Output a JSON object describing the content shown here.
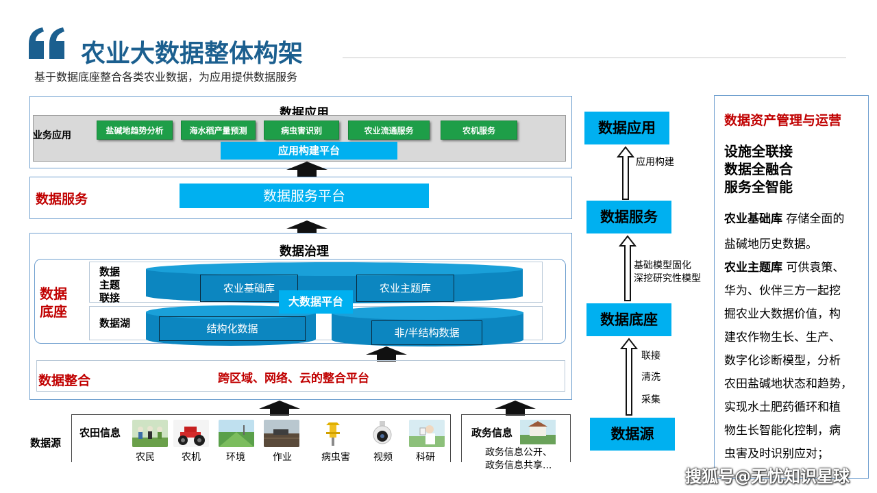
{
  "header": {
    "title": "农业大数据整体构架",
    "subtitle": "基于数据底座整合各类农业数据，为应用提供数据服务"
  },
  "data_app": {
    "title": "数据应用",
    "biz_label": "业务应用",
    "apps": [
      "盐碱地趋势分析",
      "海水稻产量预测",
      "病虫害识别",
      "农业流通服务",
      "农机服务"
    ],
    "platform": "应用构建平台"
  },
  "data_service": {
    "label": "数据服务",
    "platform": "数据服务平台"
  },
  "data_base": {
    "governance_title": "数据治理",
    "label": "数据\n底座",
    "row1_label": "数据\n主题\n联接",
    "row2_label": "数据湖",
    "db1": "农业基础库",
    "db2": "农业主题库",
    "bigdata": "大数据平台",
    "lake1": "结构化数据",
    "lake2": "非/半结构数据"
  },
  "data_integration": {
    "label": "数据整合",
    "platform": "跨区域、网络、云的整合平台"
  },
  "data_source": {
    "label": "数据源",
    "farm_label": "农田信息",
    "farm_items": [
      {
        "caption": "农民",
        "icon": "farmers-photo"
      },
      {
        "caption": "农机",
        "icon": "tractor-photo"
      },
      {
        "caption": "环境",
        "icon": "field-photo"
      },
      {
        "caption": "作业",
        "icon": "farming-photo"
      },
      {
        "caption": "病虫害",
        "icon": "pest-sensor-photo"
      },
      {
        "caption": "视频",
        "icon": "camera-photo"
      },
      {
        "caption": "科研",
        "icon": "research-photo"
      }
    ],
    "gov_label": "政务信息",
    "gov_line1": "政务信息公开、",
    "gov_line2": "政务信息共享..."
  },
  "flow": {
    "source": "数据源",
    "base": "数据底座",
    "service": "数据服务",
    "app": "数据应用",
    "step_base_1": "联接",
    "step_base_2": "清洗",
    "step_base_3": "采集",
    "step_service_1": "基础模型固化",
    "step_service_2": "深挖研究性模型",
    "step_app": "应用构建"
  },
  "right_panel": {
    "title": "数据资产管理与运营",
    "points": [
      "设施全联接",
      "数据全融合",
      "服务全智能"
    ],
    "basic_lib_title": "农业基础库",
    "basic_lib_line1": " 存储全面的",
    "basic_lib_line2": "盐碱地历史数据。",
    "topic_lib_title": "农业主题库",
    "topic_lines": [
      " 可供袁策、",
      "华为、伙伴三方一起挖",
      "掘农业大数据价值，构",
      "建农作物生长、生产、",
      "数字化诊断模型，分析",
      "农田盐碱地状态和趋势，",
      "实现水土肥药循环和植",
      "物生长智能化控制，病",
      "虫害及时识别应对；"
    ]
  },
  "watermark": "搜狐号@无忧知识星球",
  "colors": {
    "title_blue": "#1b5f8f",
    "accent_red": "#c00000",
    "bar_blue": "#00b0f0",
    "button_green": "#1e9e48",
    "border_blue": "#6f9fcf"
  }
}
